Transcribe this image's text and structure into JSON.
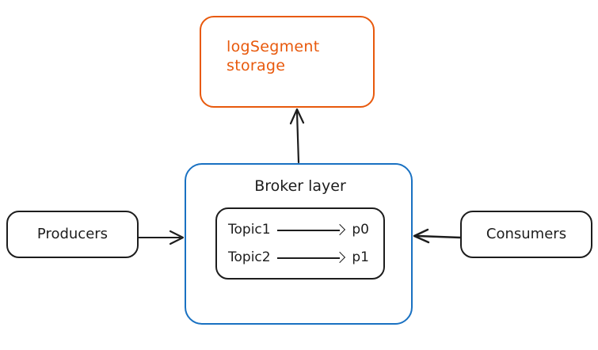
{
  "diagram": {
    "title": "Kafka broker architecture diagram",
    "background": "#ffffff",
    "colors": {
      "storage_accent": "#e8590c",
      "broker_accent": "#1971c2",
      "default_stroke": "#1d1d1d",
      "text": "#1d1d1d"
    },
    "nodes": {
      "storage": {
        "label": "logSegment\nstorage",
        "color": "#e8590c"
      },
      "broker": {
        "label": "Broker layer",
        "color": "#1971c2"
      },
      "producers": {
        "label": "Producers",
        "color": "#1d1d1d"
      },
      "consumers": {
        "label": "Consumers",
        "color": "#1d1d1d"
      }
    },
    "topics": [
      {
        "name": "Topic1",
        "partition": "p0"
      },
      {
        "name": "Topic2",
        "partition": "p1"
      }
    ],
    "edges": [
      {
        "from": "producers",
        "to": "broker",
        "direction": "right"
      },
      {
        "from": "consumers",
        "to": "broker",
        "direction": "left"
      },
      {
        "from": "broker",
        "to": "storage",
        "direction": "up"
      }
    ]
  }
}
